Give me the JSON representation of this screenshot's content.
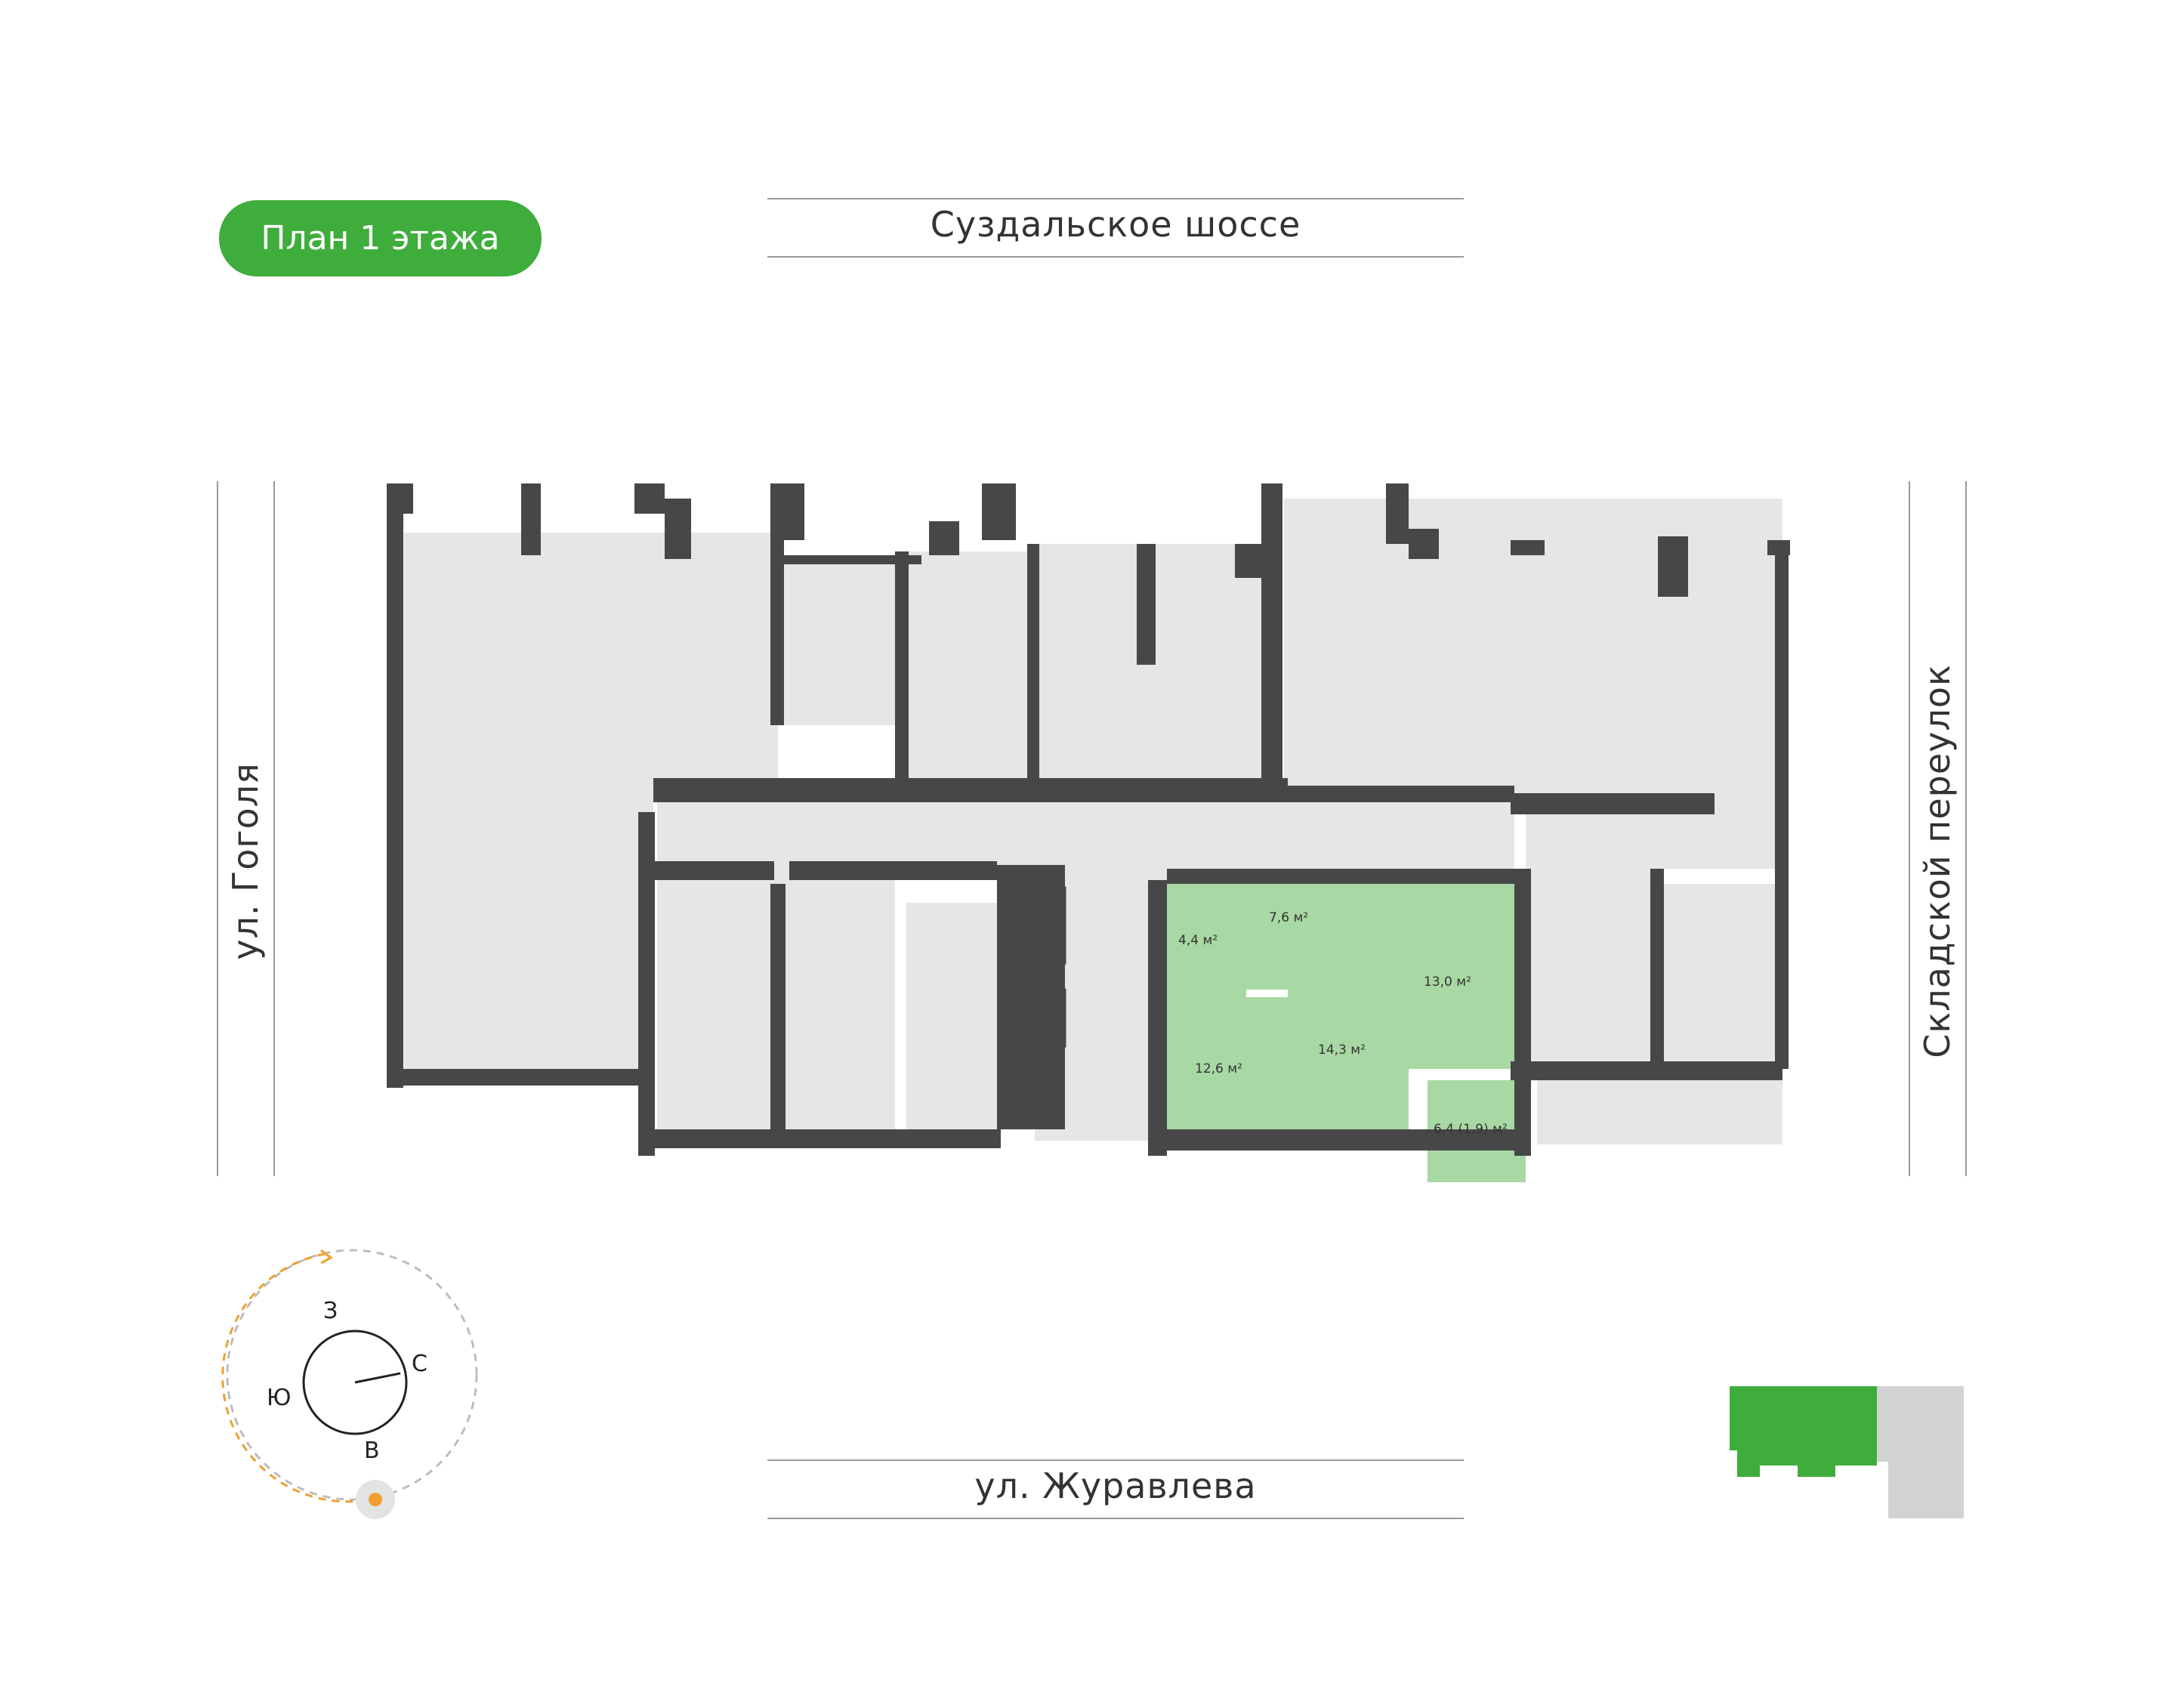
{
  "title": "План 1 этажа",
  "streets": {
    "top": "Суздальское шоссе",
    "bottom": "ул. Журавлева",
    "left": "ул. Гоголя",
    "right": "Складской переулок"
  },
  "rooms": [
    {
      "label": "4,4 м²"
    },
    {
      "label": "7,6 м²"
    },
    {
      "label": "13,0 м²"
    },
    {
      "label": "12,6 м²"
    },
    {
      "label": "14,3 м²"
    },
    {
      "label": "6,4 (1,9) м²"
    }
  ],
  "compass": {
    "north": "С",
    "south": "Ю",
    "west": "З",
    "east": "В"
  },
  "colors": {
    "accent": "#3fad3c",
    "apartment": "#a8d8a3",
    "room": "#e6e6e6",
    "wall": "#474747"
  }
}
